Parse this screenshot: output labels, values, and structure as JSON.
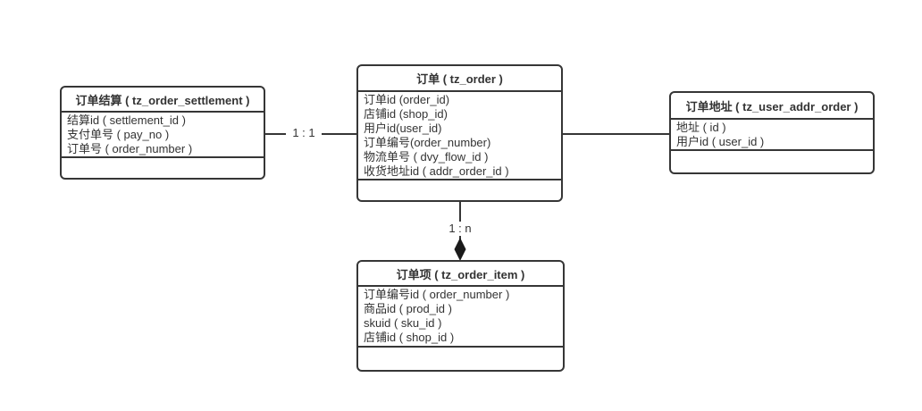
{
  "diagram": {
    "kind": "entity-relationship",
    "background_color": "#ffffff",
    "line_color": "#363636",
    "text_color": "#333333"
  },
  "entities": {
    "settlement": {
      "title": "订单结算 ( tz_order_settlement )",
      "attributes": [
        "结算id ( settlement_id )",
        "支付单号 ( pay_no )",
        "订单号 ( order_number )"
      ]
    },
    "order": {
      "title": "订单 ( tz_order )",
      "attributes": [
        "订单id (order_id)",
        "店铺id (shop_id)",
        "用户id(user_id)",
        "订单编号(order_number)",
        "物流单号 ( dvy_flow_id )",
        "收货地址id ( addr_order_id )"
      ]
    },
    "addr": {
      "title": "订单地址 ( tz_user_addr_order )",
      "attributes": [
        "地址 ( id )",
        "用户id ( user_id )"
      ]
    },
    "item": {
      "title": "订单项 ( tz_order_item )",
      "attributes": [
        "订单编号id ( order_number )",
        "商品id ( prod_id )",
        "skuid ( sku_id )",
        "店铺id ( shop_id )"
      ]
    }
  },
  "relationships": {
    "settlement_order": {
      "label": "1 : 1",
      "from": "订单结算",
      "to": "订单"
    },
    "order_addr": {
      "label": "",
      "from": "订单",
      "to": "订单地址"
    },
    "order_item": {
      "label": "1 : n",
      "from": "订单",
      "to": "订单项",
      "arrowhead": "filled-diamond"
    }
  }
}
